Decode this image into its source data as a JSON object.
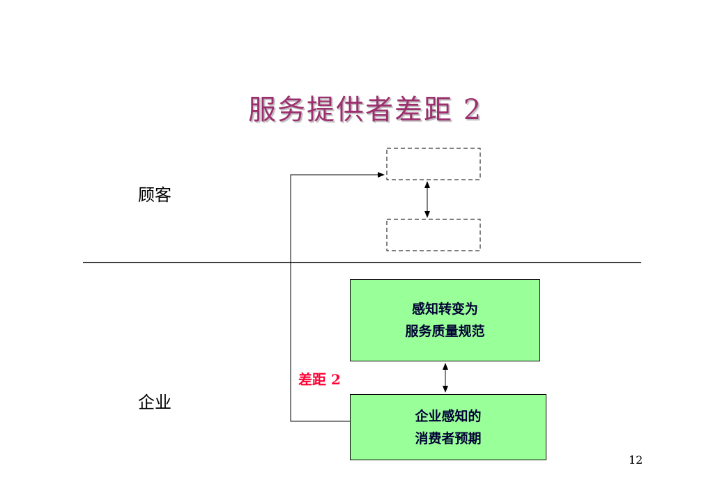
{
  "slide": {
    "title": "服务提供者差距 2",
    "customer_label": "顾客",
    "company_label": "企业",
    "spec_box_text": "感知转变为\n服务质量规范",
    "perception_box_text": "企业感知的\n消费者预期",
    "gap_label": "差距 2",
    "page_number": "12"
  },
  "colors": {
    "title": "#9c2f6e",
    "box_fill": "#99ff99",
    "gap_label": "#ff0033"
  }
}
